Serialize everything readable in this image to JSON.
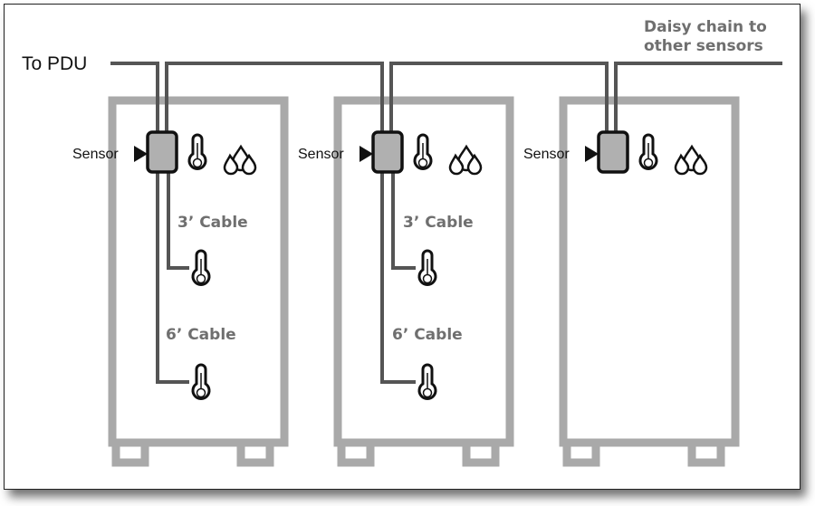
{
  "labels": {
    "to_pdu": "To PDU",
    "daisy_line1": "Daisy chain to",
    "daisy_line2": "other sensors",
    "sensor": "Sensor",
    "cable_3": "3’ Cable",
    "cable_6": "6’ Cable"
  },
  "colors": {
    "rack_outline": "#a9a9a9",
    "cable": "#555555",
    "sensor_fill": "#b0b0b0",
    "muted_text": "#6f6f6f"
  },
  "icons": [
    "thermometer-icon",
    "humidity-drops-icon",
    "arrow-right-icon"
  ]
}
